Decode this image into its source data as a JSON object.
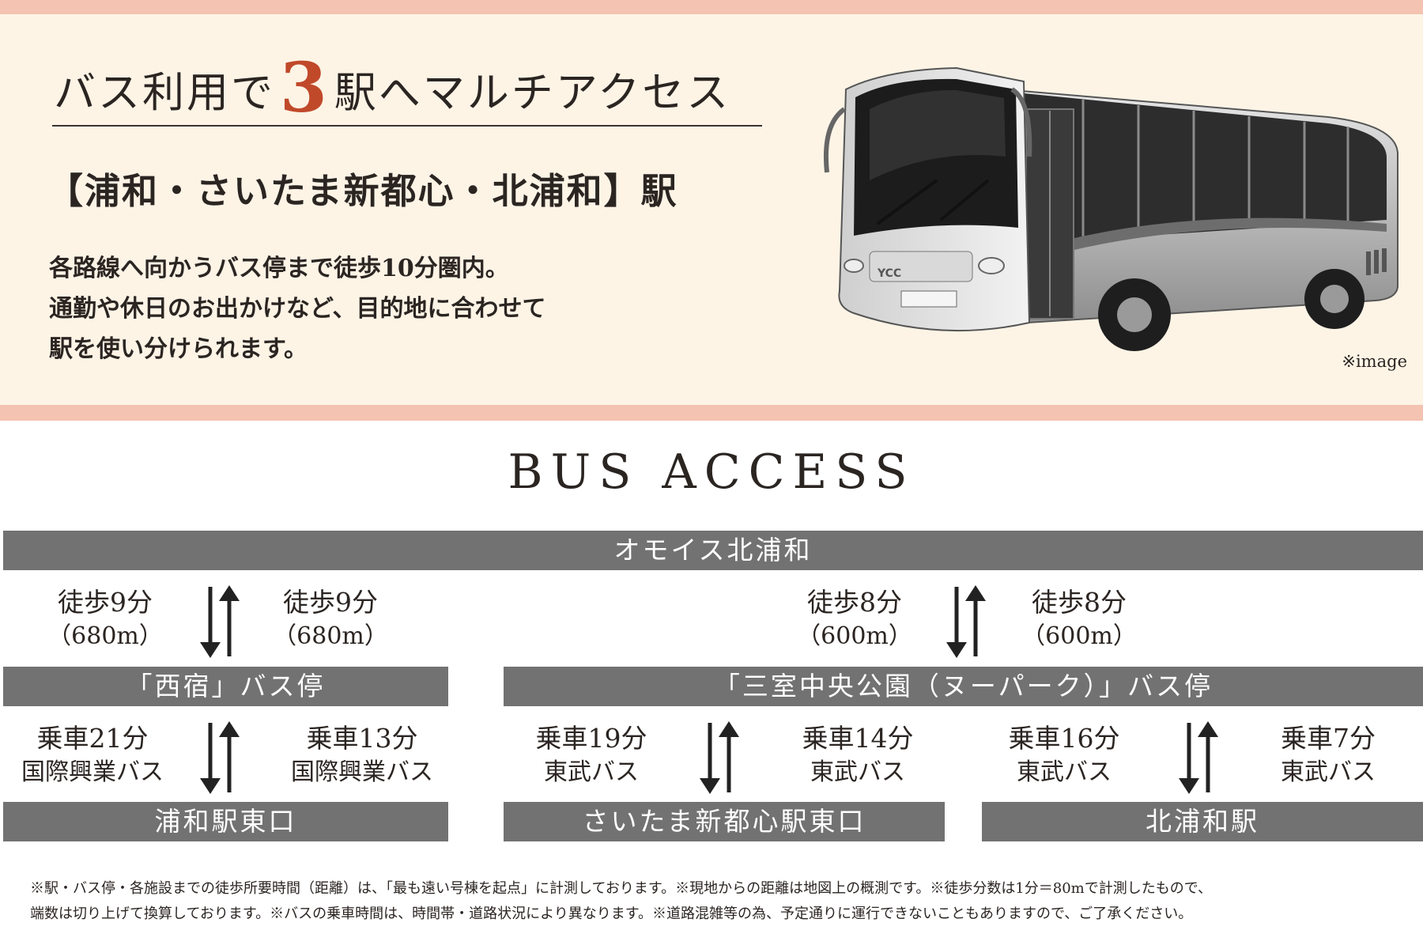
{
  "hero": {
    "headline_pre": "バス利用で",
    "headline_num": "3",
    "headline_post": "駅へマルチアクセス",
    "subheadline": "【浦和・さいたま新都心・北浦和】駅",
    "body": [
      "各路線へ向かうバス停まで徒歩10分圏内。",
      "通勤や休日のお出かけなど、目的地に合わせて",
      "駅を使い分けられます。"
    ],
    "image_note": "※image",
    "bus_plate": "YCC"
  },
  "access": {
    "title": "BUS ACCESS",
    "origin": "オモイス北浦和",
    "stops": {
      "nishijuku": "「西宿」バス停",
      "sanshitsu": "「三室中央公園（ヌーパーク）」バス停"
    },
    "stations": {
      "urawa": "浦和駅東口",
      "shintoshin": "さいたま新都心駅東口",
      "kitaurawa": "北浦和駅"
    },
    "walk": {
      "nishijuku_down": {
        "time": "徒歩9分",
        "dist": "（680m）"
      },
      "nishijuku_up": {
        "time": "徒歩9分",
        "dist": "（680m）"
      },
      "sanshitsu_down": {
        "time": "徒歩8分",
        "dist": "（600m）"
      },
      "sanshitsu_up": {
        "time": "徒歩8分",
        "dist": "（600m）"
      }
    },
    "ride": {
      "urawa_down": {
        "time": "乗車21分",
        "line": "国際興業バス"
      },
      "urawa_up": {
        "time": "乗車13分",
        "line": "国際興業バス"
      },
      "shintoshin_down": {
        "time": "乗車19分",
        "line": "東武バス"
      },
      "shintoshin_up": {
        "time": "乗車14分",
        "line": "東武バス"
      },
      "kitaurawa_down": {
        "time": "乗車16分",
        "line": "東武バス"
      },
      "kitaurawa_up": {
        "time": "乗車7分",
        "line": "東武バス"
      }
    }
  },
  "footnote": [
    "※駅・バス停・各施設までの徒歩所要時間（距離）は、「最も遠い号棟を起点」に計測しております。※現地からの距離は地図上の概測です。※徒歩分数は1分＝80mで計測したもので、",
    "端数は切り上げて換算しております。※バスの乗車時間は、時間帯・道路状況により異なります。※道路混雑等の為、予定通りに運行できないこともありますので、ご了承ください。"
  ],
  "colors": {
    "banner_bg": "#fdf4e6",
    "banner_band": "#f4c3b1",
    "accent_number": "#c0492a",
    "bar_gray": "#727272"
  }
}
